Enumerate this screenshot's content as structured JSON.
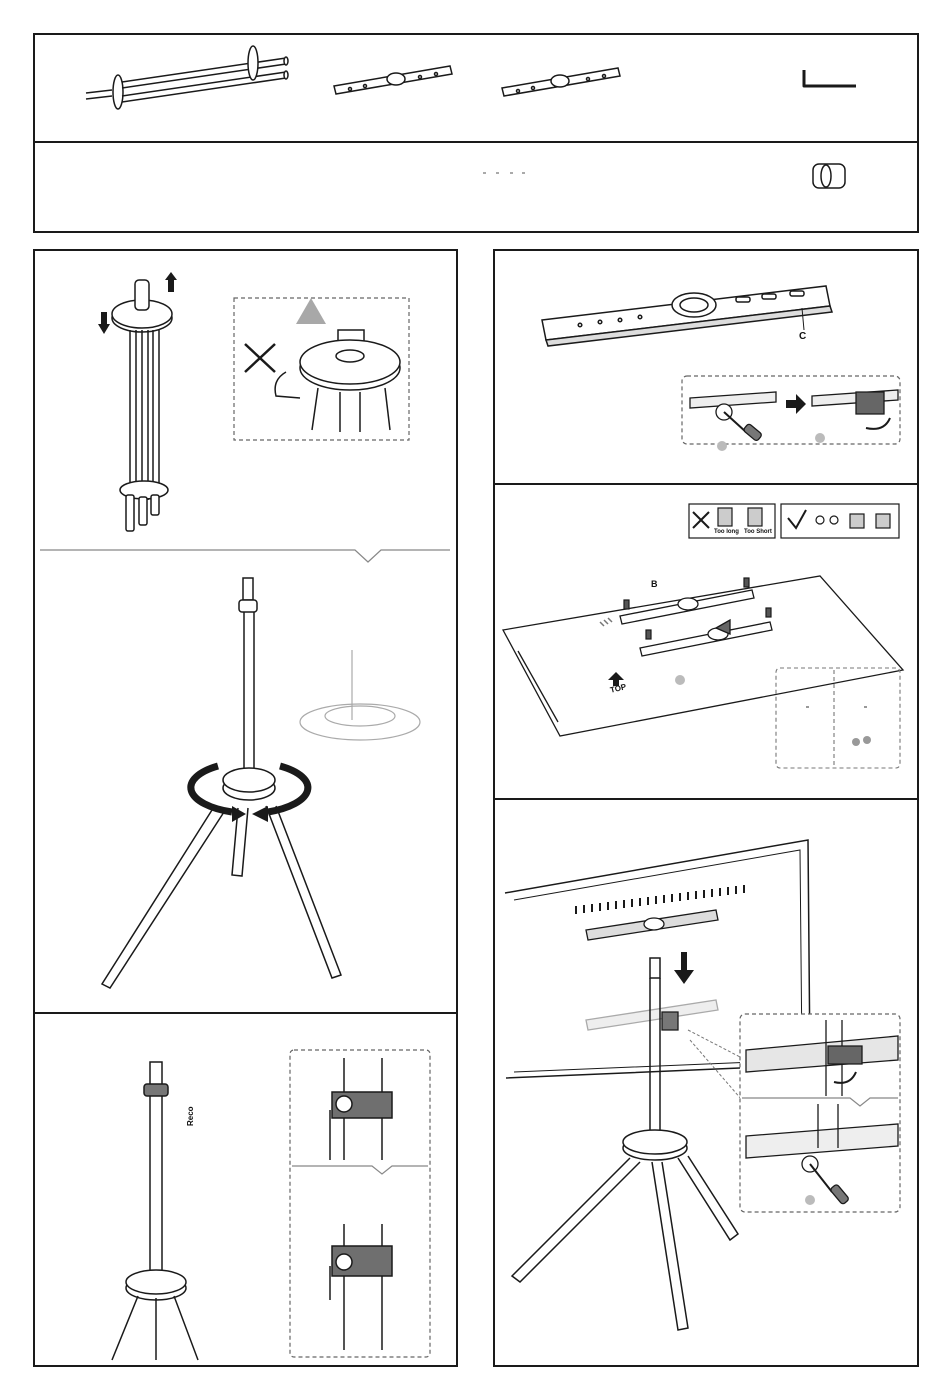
{
  "labels": {
    "part_b": "B",
    "part_c": "C",
    "too_long": "Too long",
    "too_short": "Too Short",
    "top": "TOP",
    "reco": "Reco"
  },
  "colors": {
    "line": "#1a1a1a",
    "shadow": "#9a9a9a",
    "fill": "#e9e9e9",
    "dark": "#555555"
  }
}
